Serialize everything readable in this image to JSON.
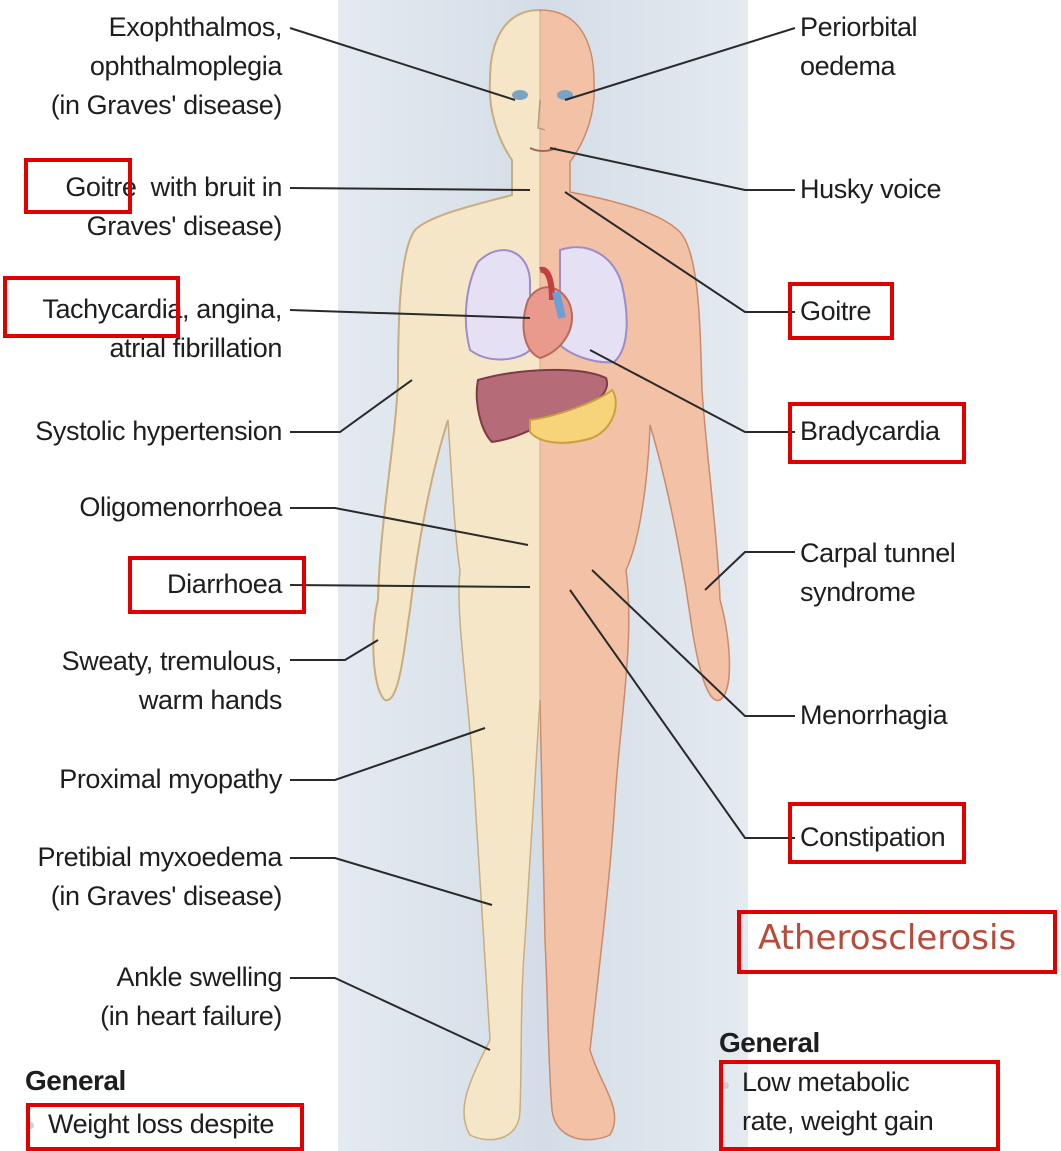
{
  "left_labels": [
    {
      "id": "exophthalmos",
      "text": "Exophthalmos,\nophthalmoplegia\n(in Graves' disease)"
    },
    {
      "id": "goitre-bruit",
      "text": "Goitre  with bruit in\nGraves' disease)"
    },
    {
      "id": "tachycardia",
      "text": "Tachycardia, angina,\natrial fibrillation"
    },
    {
      "id": "systolic-hypertension",
      "text": "Systolic hypertension"
    },
    {
      "id": "oligomenorrhoea",
      "text": "Oligomenorrhoea"
    },
    {
      "id": "diarrhoea",
      "text": "Diarrhoea"
    },
    {
      "id": "sweaty-hands",
      "text": "Sweaty, tremulous,\nwarm hands"
    },
    {
      "id": "proximal-myopathy",
      "text": "Proximal myopathy"
    },
    {
      "id": "pretibial-myxoedema",
      "text": "Pretibial myxoedema\n(in Graves' disease)"
    },
    {
      "id": "ankle-swelling",
      "text": "Ankle swelling\n(in heart failure)"
    }
  ],
  "right_labels": [
    {
      "id": "periorbital-oedema",
      "text": "Periorbital\noedema"
    },
    {
      "id": "husky-voice",
      "text": "Husky voice"
    },
    {
      "id": "goitre",
      "text": "Goitre"
    },
    {
      "id": "bradycardia",
      "text": "Bradycardia"
    },
    {
      "id": "carpal-tunnel",
      "text": "Carpal tunnel\nsyndrome"
    },
    {
      "id": "menorrhagia",
      "text": "Menorrhagia"
    },
    {
      "id": "constipation",
      "text": "Constipation"
    }
  ],
  "added_label": "Atherosclerosis",
  "general_left": {
    "header": "General",
    "item": "Weight loss despite"
  },
  "general_right": {
    "header": "General",
    "item": "Low metabolic\nrate, weight gain"
  },
  "colors": {
    "highlight": "#e00000",
    "background_band": "#dfe6ee",
    "skin_left": "#f6e6c8",
    "skin_right": "#f3c2a6",
    "atherosclerosis_text": "#b84a3a"
  }
}
